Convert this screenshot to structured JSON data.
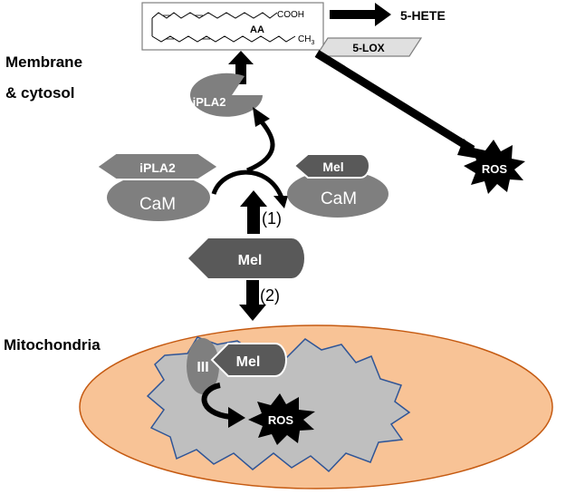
{
  "labels": {
    "membrane": "Membrane",
    "cytosol": "& cytosol",
    "mitochondria": "Mitochondria"
  },
  "molecule": {
    "name": "AA",
    "carboxyl": "COOH",
    "methyl": "CH",
    "methyl_sub": "3"
  },
  "nodes": {
    "hete": "5-HETE",
    "lox": "5-LOX",
    "ipla2_active": "iPLA2",
    "ipla2_bound": "iPLA2",
    "cam_left": "CaM",
    "mel_bound": "Mel",
    "cam_right": "CaM",
    "mel_free": "Mel",
    "complex_iii": "III",
    "mel_mito": "Mel",
    "ros_cytosol": "ROS",
    "ros_mito": "ROS"
  },
  "pathways": {
    "path1": "(1)",
    "path2": "(2)"
  },
  "colors": {
    "shape_gray": "#7f7f7f",
    "shape_dark": "#595959",
    "mito_fill": "#f8c396",
    "mito_stroke": "#c55a11",
    "matrix_fill": "#bfbfbf",
    "matrix_stroke": "#2f5597",
    "lox_fill": "#e0e0e0",
    "ros_fill": "#000000"
  }
}
